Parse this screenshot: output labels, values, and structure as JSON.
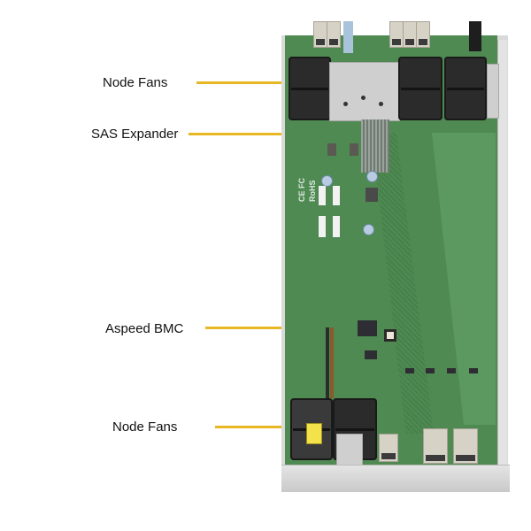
{
  "figure": {
    "subject": "Storage node board (top view) with callouts",
    "callouts": [
      {
        "id": "node-fans-top",
        "label": "Node Fans"
      },
      {
        "id": "sas-expander",
        "label": "SAS Expander"
      },
      {
        "id": "aspeed-bmc",
        "label": "Aspeed BMC"
      },
      {
        "id": "node-fans-bottom",
        "label": "Node Fans"
      }
    ],
    "board_markings": {
      "certifications": "CE FC",
      "rohs": "RoHS"
    },
    "colors": {
      "leader_line": "#e8b824",
      "pcb": "#4e8a52",
      "chassis": "#d9d9d9",
      "fan": "#2b2b2b"
    }
  }
}
